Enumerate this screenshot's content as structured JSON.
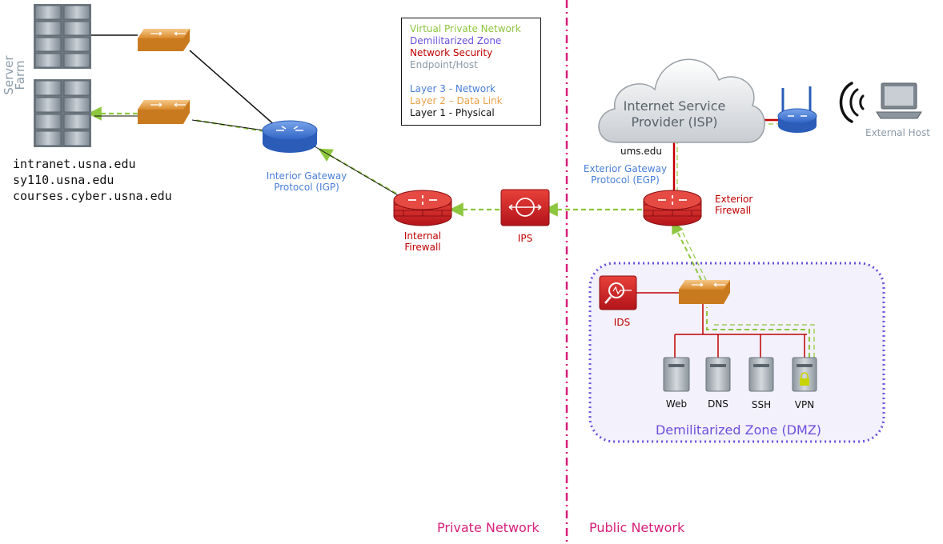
{
  "colors": {
    "vpn": "#8dc63f",
    "dmz": "#6b4fdc",
    "security": "#c00000",
    "endpoint": "#8a9aa8",
    "layer3": "#4a7fd8",
    "layer2": "#e8a24a",
    "layer1": "#111111",
    "zone_label": "#d6207a"
  },
  "legend": {
    "vpn": "Virtual Private Network",
    "dmz": "Demilitarized Zone",
    "security": "Network Security",
    "endpoint": "Endpoint/Host",
    "layer3": "Layer 3 - Network",
    "layer2": "Layer 2 – Data Link",
    "layer1": "Layer 1 - Physical"
  },
  "server_farm": {
    "title": "Server Farm",
    "hosts": [
      "intranet.usna.edu",
      "sy110.usna.edu",
      "courses.cyber.usna.edu"
    ]
  },
  "igp": {
    "line1": "Interior Gateway",
    "line2": "Protocol (IGP)"
  },
  "internal_firewall": {
    "line1": "Internal",
    "line2": "Firewall"
  },
  "ips": {
    "label": "IPS"
  },
  "exterior_firewall": {
    "line1": "Exterior",
    "line2": "Firewall"
  },
  "egp": {
    "line1": "Exterior Gateway",
    "line2": "Protocol (EGP)"
  },
  "domain": "ums.edu",
  "isp": {
    "line1": "Internet Service",
    "line2": "Provider (ISP)"
  },
  "external_host": "External Host",
  "ids": {
    "label": "IDS"
  },
  "dmz": {
    "title": "Demilitarized Zone (DMZ)",
    "servers": [
      "Web",
      "DNS",
      "SSH",
      "VPN"
    ]
  },
  "zones": {
    "private": "Private Network",
    "public": "Public Network"
  }
}
